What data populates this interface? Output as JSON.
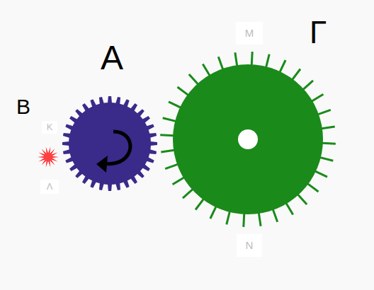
{
  "diagram": {
    "labels": [
      "A",
      "B",
      "Γ",
      "K",
      "Λ",
      "M",
      "N"
    ]
  }
}
